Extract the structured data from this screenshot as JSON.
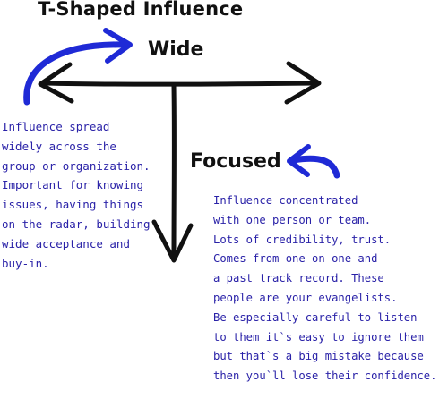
{
  "diagram": {
    "title": "T-Shaped Influence",
    "wide_label": "Wide",
    "focused_label": "Focused",
    "wide_description": [
      "Influence spread",
      "widely across the",
      "group or organization.",
      "Important for knowing",
      "issues, having things",
      "on the radar, building",
      "wide acceptance and",
      "buy-in."
    ],
    "focused_description": [
      "Influence concentrated",
      "with one person or team.",
      "Lots of credibility, trust.",
      "Comes from one-on-one and",
      "a past track record. These",
      "people are your evangelists.",
      "Be especially careful to listen",
      "to them it`s easy to ignore them",
      "but that`s a big mistake because",
      "then you`ll lose their confidence."
    ],
    "colors": {
      "ink": "#111111",
      "annotation_blue": "#2a22a8",
      "pointer_blue": "#1f2ad6"
    },
    "icons": {
      "wide_axis": "double-headed-horizontal-arrow",
      "focused_axis": "downward-arrow",
      "wide_pointer": "curved-pointer-arrow",
      "focused_pointer": "curved-pointer-arrow"
    }
  }
}
